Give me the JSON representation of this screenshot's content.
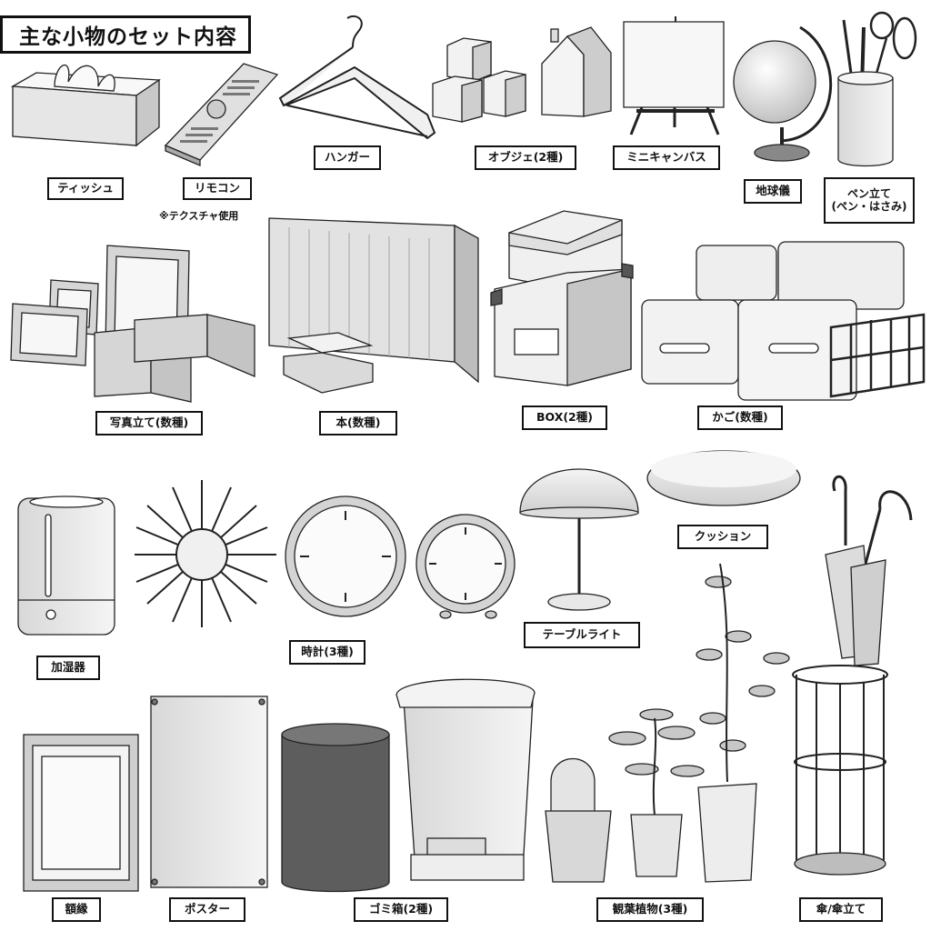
{
  "title": "主な小物のセット内容",
  "labels": {
    "tissue": "ティッシュ",
    "remote": "リモコン",
    "remote_note": "※テクスチャ使用",
    "hanger": "ハンガー",
    "objet": "オブジェ(2種)",
    "canvas": "ミニキャンバス",
    "globe": "地球儀",
    "penstand_line1": "ペン立て",
    "penstand_line2": "(ペン・はさみ)",
    "photostand": "写真立て(数種)",
    "books": "本(数種)",
    "box": "BOX(2種)",
    "basket": "かご(数種)",
    "humidifier": "加湿器",
    "clock": "時計(3種)",
    "lamp": "テーブルライト",
    "cushion": "クッション",
    "frame": "額縁",
    "poster": "ポスター",
    "trash": "ゴミ箱(2種)",
    "plants": "観葉植物(3種)",
    "umbrella": "傘/傘立て"
  }
}
